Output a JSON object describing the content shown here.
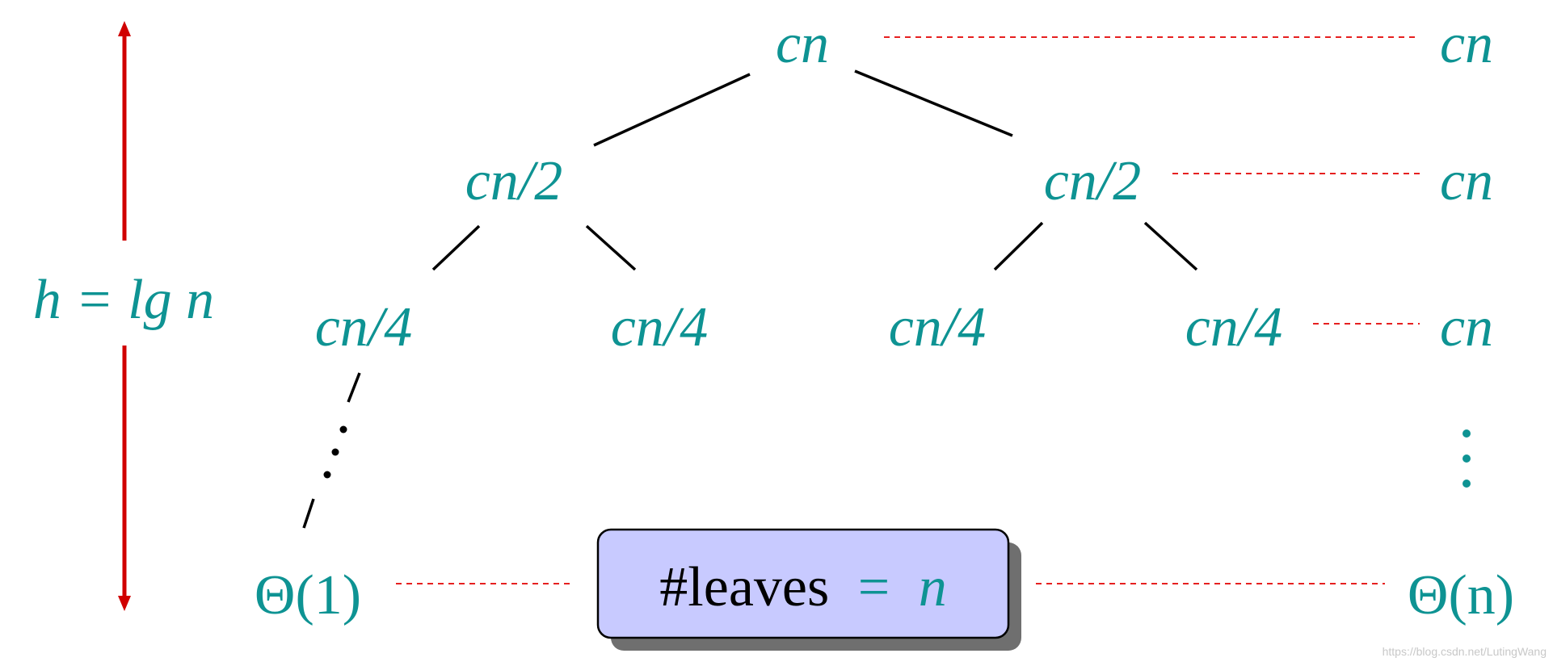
{
  "tree": {
    "root": "cn",
    "level1": [
      "cn/2",
      "cn/2"
    ],
    "level2": [
      "cn/4",
      "cn/4",
      "cn/4",
      "cn/4"
    ],
    "leaf": "Θ(1)"
  },
  "row_sums": [
    "cn",
    "cn",
    "cn",
    "Θ(n)"
  ],
  "height_label": "h = lg n",
  "leaves_box": {
    "text": "#leaves",
    "equals": "=",
    "value": "n"
  },
  "watermark": "https://blog.csdn.net/LutingWang",
  "colors": {
    "teal": "#0e9393",
    "red": "#d00000",
    "box_fill": "#c8caff"
  }
}
